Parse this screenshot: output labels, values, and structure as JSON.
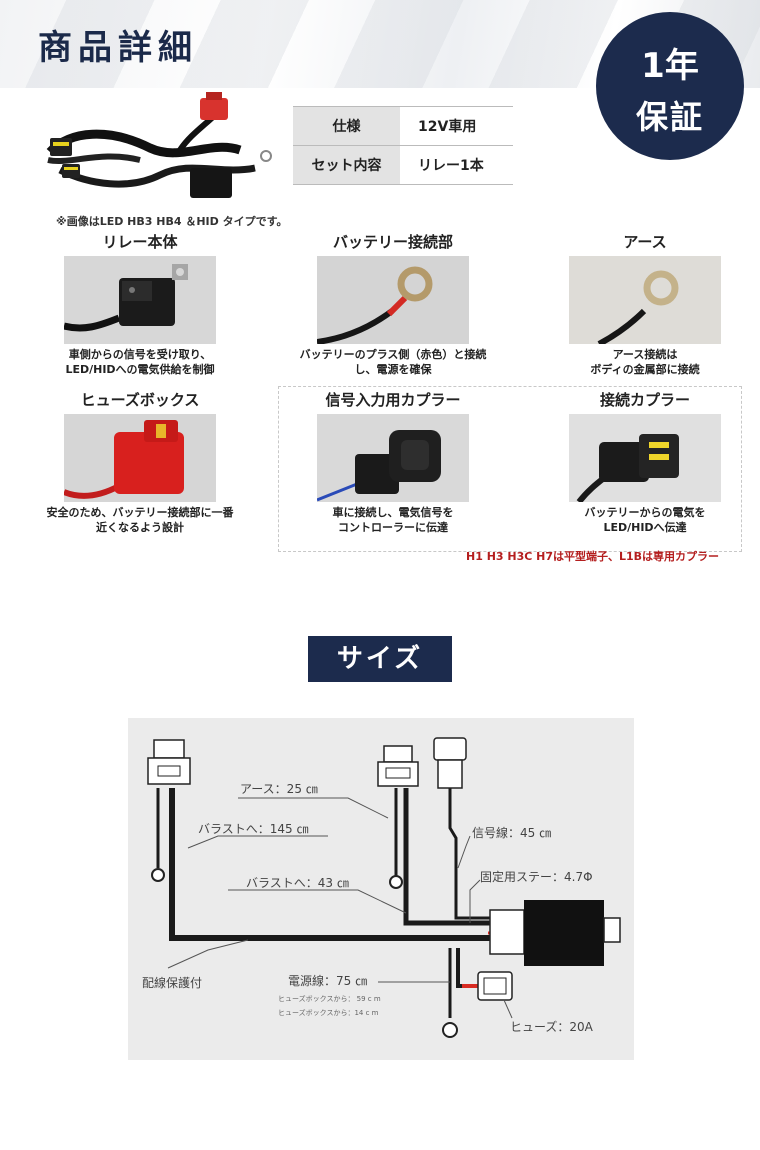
{
  "header": {
    "title": "商品詳細"
  },
  "warranty": {
    "year": "1年",
    "label": "保証"
  },
  "photo": {
    "note": "※画像はLED HB3 HB4 ＆HID タイプです。"
  },
  "spec": {
    "rows": [
      {
        "key": "仕様",
        "value": "12V車用"
      },
      {
        "key": "セット内容",
        "value": "リレー1本"
      }
    ]
  },
  "parts": [
    {
      "title": "リレー本体",
      "desc1": "車側からの信号を受け取り、",
      "desc2": "LED/HIDへの電気供給を制御"
    },
    {
      "title": "バッテリー接続部",
      "desc1": "バッテリーのプラス側（赤色）と接続",
      "desc2": "し、電源を確保"
    },
    {
      "title": "アース",
      "desc1": "アース接続は",
      "desc2": "ボディの金属部に接続"
    },
    {
      "title": "ヒューズボックス",
      "desc1": "安全のため、バッテリー接続部に一番",
      "desc2": "近くなるよう設計"
    },
    {
      "title": "信号入力用カプラー",
      "desc1": "車に接続し、電気信号を",
      "desc2": "コントローラーに伝達"
    },
    {
      "title": "接続カプラー",
      "desc1": "バッテリーからの電気を",
      "desc2": "LED/HIDへ伝達"
    }
  ],
  "coupler_note": "H1 H3 H3C H7は平型端子、L1Bは専用カプラー",
  "size": {
    "title": "サイズ"
  },
  "diagram": {
    "earth": "アース：25 ㎝",
    "ballast1": "バラストへ：145 ㎝",
    "signal": "信号線：45 ㎝",
    "stay": "固定用ステー：4.7Φ",
    "ballast2": "バラストへ：43 ㎝",
    "protect": "配線保護付",
    "power": "電源線：75 ㎝",
    "fuse_from1": "ヒューズボックスから： 59 c m",
    "fuse_from2": "ヒューズボックスから：14 c m",
    "fuse": "ヒューズ：20A"
  }
}
